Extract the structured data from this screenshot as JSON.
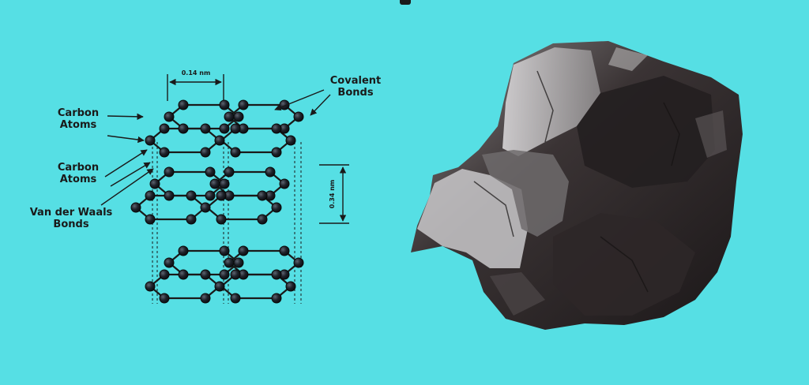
{
  "diagram": {
    "labels": {
      "carbon_atoms_1_line1": "Carbon",
      "carbon_atoms_1_line2": "Atoms",
      "carbon_atoms_2_line1": "Carbon",
      "carbon_atoms_2_line2": "Atoms",
      "vdw_line1": "Van der Waals",
      "vdw_line2": "Bonds",
      "covalent_line1": "Covalent",
      "covalent_line2": "Bonds",
      "bond_length": "0.14 nm",
      "layer_spacing": "0.34 nm"
    },
    "colors": {
      "background": "#56dfe4",
      "ink": "#1a1a1a",
      "rock_dark": "#2a2526",
      "rock_light": "#9a9898"
    }
  }
}
